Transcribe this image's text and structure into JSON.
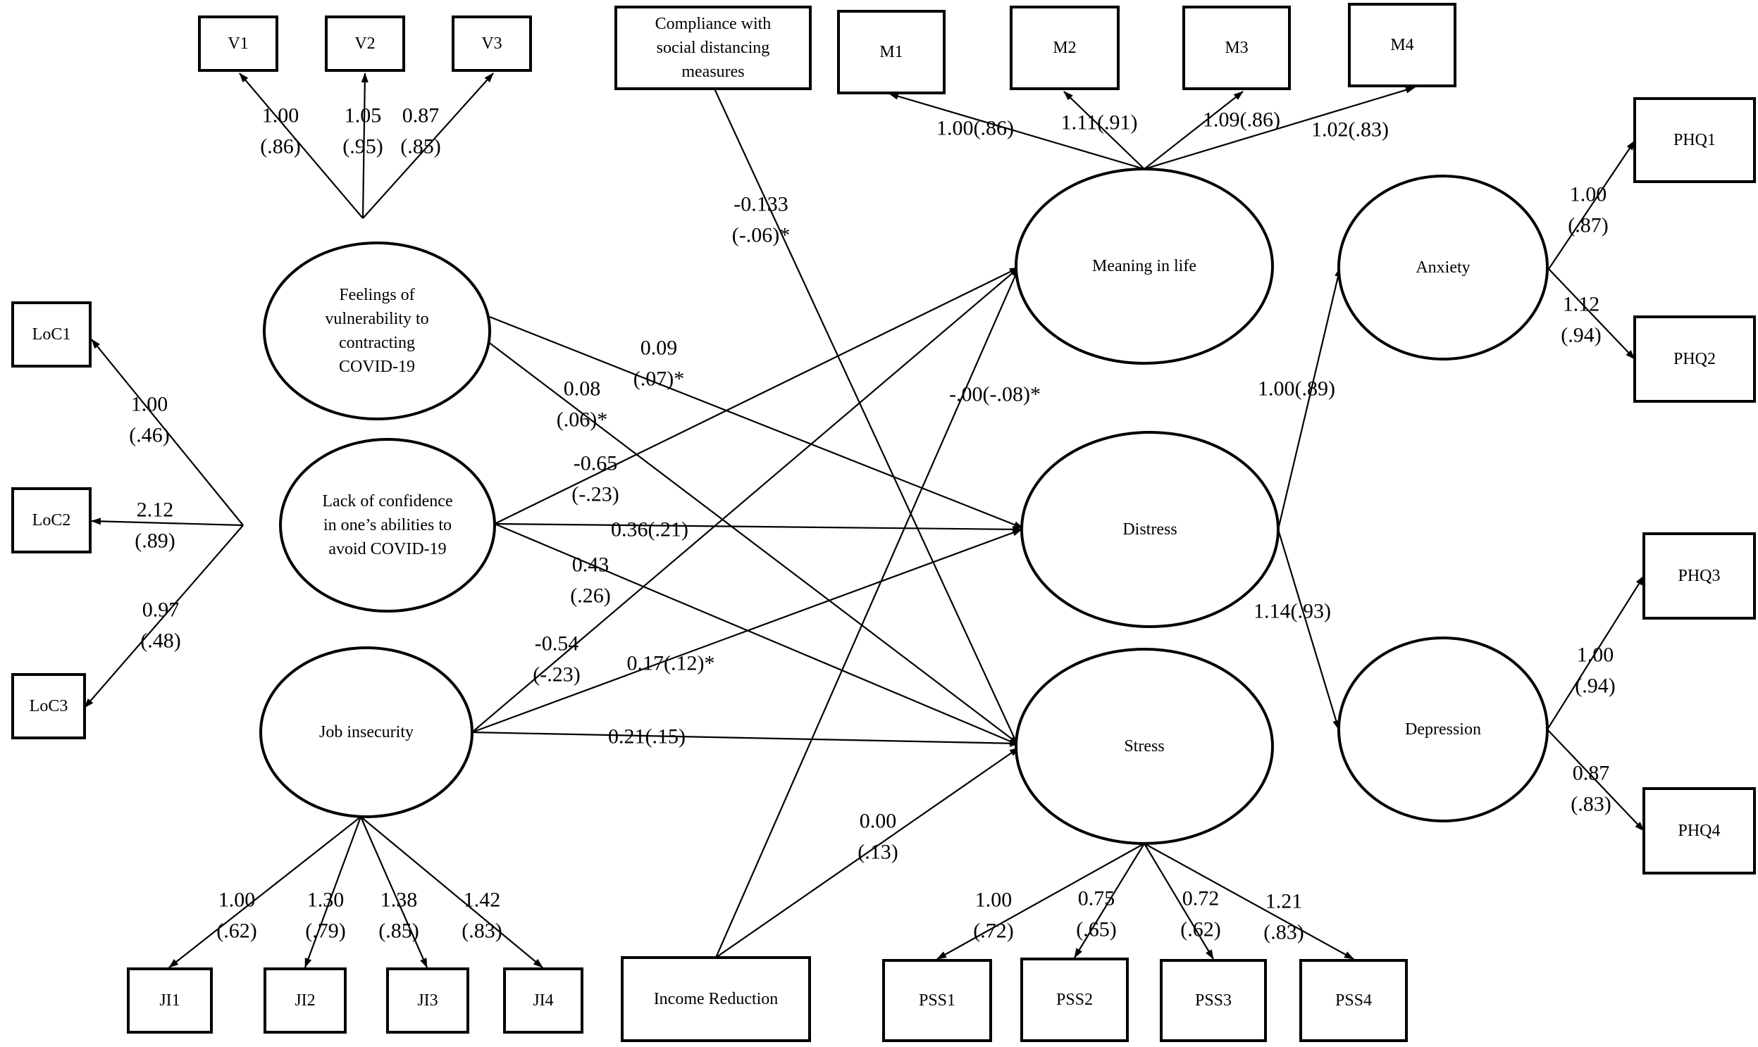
{
  "nodes": {
    "V1": "V1",
    "V2": "V2",
    "V3": "V3",
    "compliance": [
      "Compliance with",
      "social distancing",
      "measures"
    ],
    "M1": "M1",
    "M2": "M2",
    "M3": "M3",
    "M4": "M4",
    "PHQ1": "PHQ1",
    "PHQ2": "PHQ2",
    "PHQ3": "PHQ3",
    "PHQ4": "PHQ4",
    "LoC1": "LoC1",
    "LoC2": "LoC2",
    "LoC3": "LoC3",
    "JI1": "JI1",
    "JI2": "JI2",
    "JI3": "JI3",
    "JI4": "JI4",
    "income": "Income Reduction",
    "PSS1": "PSS1",
    "PSS2": "PSS2",
    "PSS3": "PSS3",
    "PSS4": "PSS4",
    "vulnerability": [
      "Feelings of",
      "vulnerability to",
      "contracting",
      "COVID-19"
    ],
    "confidence": [
      "Lack of confidence",
      "in one’s abilities to",
      "avoid COVID-19"
    ],
    "job_insecurity": "Job insecurity",
    "meaning": "Meaning in life",
    "distress": "Distress",
    "stress": "Stress",
    "anxiety": "Anxiety",
    "depression": "Depression"
  },
  "coefficients": {
    "v1": [
      "1.00",
      "(.86)"
    ],
    "v2": [
      "1.05",
      "(.95)"
    ],
    "v3": [
      "0.87",
      "(.85)"
    ],
    "m1": "1.00(.86)",
    "m2": "1.11(.91)",
    "m3": "1.09(.86)",
    "m4": "1.02(.83)",
    "compliance_stress": [
      "-0.133",
      "(-.06)*"
    ],
    "phq1": [
      "1.00",
      "(.87)"
    ],
    "phq2": [
      "1.12",
      "(.94)"
    ],
    "loc1": [
      "1.00",
      "(.46)"
    ],
    "loc2": [
      "2.12",
      "(.89)"
    ],
    "loc3": [
      "0.97",
      "(.48)"
    ],
    "vuln_distress": [
      "0.09",
      "(.07)*"
    ],
    "vuln_stress": [
      "0.08",
      "(.06)*"
    ],
    "conf_meaning": [
      "-0.65",
      "(-.23)"
    ],
    "conf_distress": "0.36(.21)",
    "conf_stress": [
      "0.43",
      "(.26)"
    ],
    "income_meaning": "-.00(-.08)*",
    "distress_anxiety": "1.00(.89)",
    "distress_depression": "1.14(.93)",
    "job_meaning": [
      "-0.54",
      "(-.23)"
    ],
    "job_distress": "0.17(.12)*",
    "job_stress": "0.21(.15)",
    "income_stress": [
      "0.00",
      "(.13)"
    ],
    "phq3": [
      "1.00",
      "(.94)"
    ],
    "phq4": [
      "0.87",
      "(.83)"
    ],
    "ji1": [
      "1.00",
      "(.62)"
    ],
    "ji2": [
      "1.30",
      "(.79)"
    ],
    "ji3": [
      "1.38",
      "(.85)"
    ],
    "ji4": [
      "1.42",
      "(.83)"
    ],
    "pss1": [
      "1.00",
      "(.72)"
    ],
    "pss2": [
      "0.75",
      "(.65)"
    ],
    "pss3": [
      "0.72",
      "(.62)"
    ],
    "pss4": [
      "1.21",
      "(.83)"
    ]
  }
}
